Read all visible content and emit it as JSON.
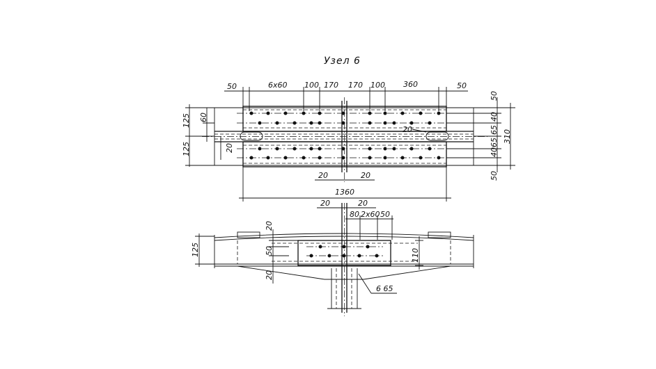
{
  "title": "Узел  6",
  "plan_view": {
    "top_dims": [
      "50",
      "6x60",
      "100",
      "170",
      "170",
      "100",
      "360",
      "50"
    ],
    "left_dims": [
      "125",
      "125",
      "60",
      "20"
    ],
    "right_dims": [
      "50",
      "40",
      "65",
      "65",
      "40",
      "50",
      "310"
    ],
    "inner_label": "20",
    "bottom_dims": [
      "20",
      "20",
      "1360"
    ]
  },
  "section_view": {
    "top_dims": [
      "20",
      "20",
      "80",
      "2x60",
      "50"
    ],
    "left_dims": [
      "125",
      "20",
      "50",
      "20"
    ],
    "right_dims": [
      "110"
    ],
    "leader_label": "6  65"
  }
}
